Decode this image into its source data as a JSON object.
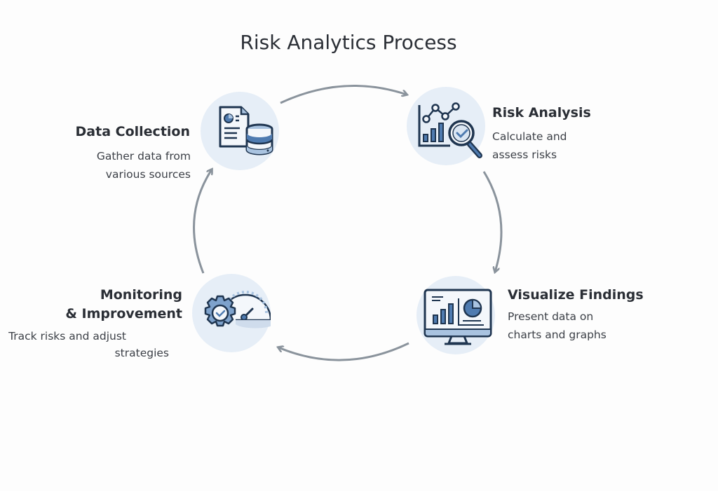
{
  "title": "Risk Analytics Process",
  "colors": {
    "circle": "#e6eef7",
    "navy": "#1f3550",
    "blue": "#4f7bb0",
    "light": "#a9c3e0",
    "arrow": "#8a939c"
  },
  "steps": [
    {
      "title": "Data Collection",
      "desc1": "Gather data from",
      "desc2": "various sources",
      "icon": "document-database-icon"
    },
    {
      "title": "Risk Analysis",
      "desc1": "Calculate and",
      "desc2": "assess risks",
      "icon": "chart-magnifier-icon"
    },
    {
      "title": "Visualize Findings",
      "desc1": "Present data on",
      "desc2": "charts and graphs",
      "icon": "monitor-chart-icon"
    },
    {
      "title": "Monitoring",
      "title2": "& Improvement",
      "desc1": "Track risks and adjust",
      "desc2": "strategies",
      "icon": "gear-gauge-icon"
    }
  ]
}
